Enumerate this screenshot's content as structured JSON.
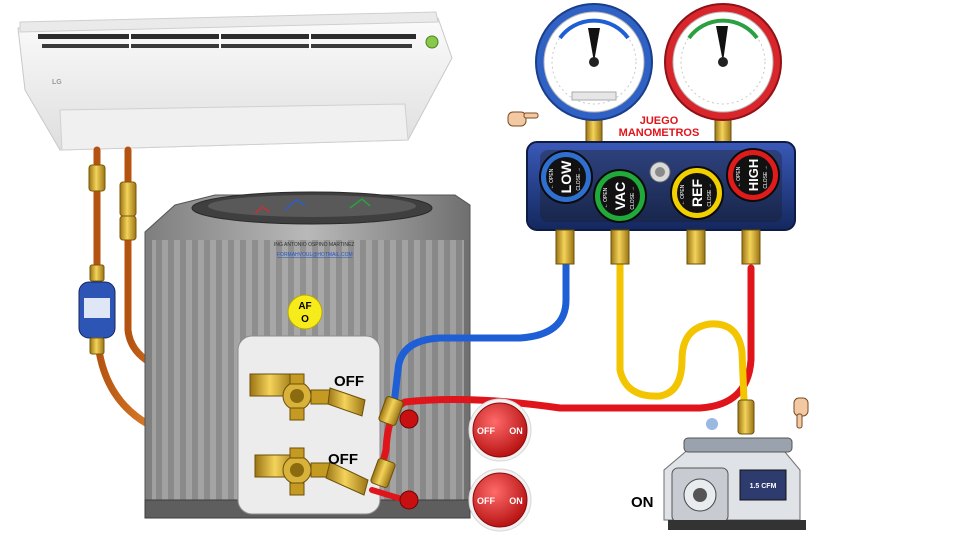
{
  "indoor_unit": {
    "brand": "LG"
  },
  "outdoor_unit": {
    "credit_name": "ING ANTONIO OSPINO MARTINEZ",
    "credit_email": "FORMAHVOUL@HOTMAIL.COM",
    "af_badge": {
      "line1": "AF",
      "line2": "O"
    }
  },
  "valves": {
    "top_state": "OFF",
    "bottom_state": "OFF"
  },
  "switches": [
    {
      "off_label": "OFF",
      "on_label": "ON"
    },
    {
      "off_label": "OFF",
      "on_label": "ON"
    }
  ],
  "manifold": {
    "title_line1": "JUEGO",
    "title_line2": "MANOMETROS",
    "knobs": [
      {
        "label": "LOW",
        "open": "OPEN",
        "close": "CLOSE",
        "color": "#2f6fd0"
      },
      {
        "label": "VAC",
        "open": "OPEN",
        "close": "CLOSE",
        "color": "#1faa3a"
      },
      {
        "label": "REF",
        "open": "OPEN",
        "close": "CLOSE",
        "color": "#f2d000"
      },
      {
        "label": "HIGH",
        "open": "OPEN",
        "close": "CLOSE",
        "color": "#e01b1b"
      }
    ],
    "low_gauge_color": "#2f62c4",
    "high_gauge_color": "#d8262c"
  },
  "pump": {
    "state_label": "ON",
    "model_label": "1.5 CFM"
  },
  "hose_colors": {
    "blue": "#1f5fd6",
    "red": "#e0141b",
    "yellow": "#f2c500",
    "copper": "#e0781e"
  }
}
